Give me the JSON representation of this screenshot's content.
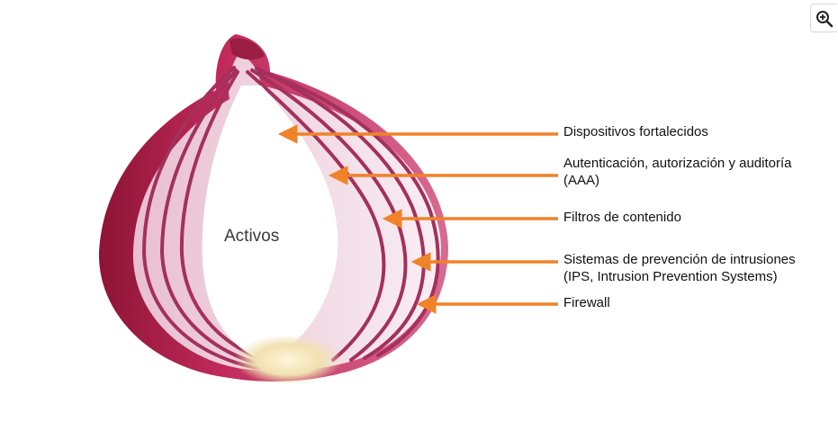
{
  "center_label": "Activos",
  "layers": [
    "Dispositivos fortalecidos",
    "Autenticación, autorización y auditoría (AAA)",
    "Filtros de contenido",
    "Sistemas de prevención de intrusiones (IPS, Intrusion Prevention Systems)",
    "Firewall"
  ],
  "layer_lines": [
    [
      "Dispositivos fortalecidos"
    ],
    [
      "Autenticación, autorización y auditoría",
      "(AAA)"
    ],
    [
      "Filtros de contenido"
    ],
    [
      "Sistemas de prevención de intrusiones",
      "(IPS, Intrusion Prevention Systems)"
    ],
    [
      "Firewall"
    ]
  ],
  "zoom_icon": "zoom-in-icon",
  "colors": {
    "arrow": "#f08228",
    "onion_outer": "#b21e4c",
    "onion_ring": "#a4305c",
    "onion_flesh": "#f6e4ec",
    "onion_core": "#ffffff",
    "text": "#111111"
  }
}
